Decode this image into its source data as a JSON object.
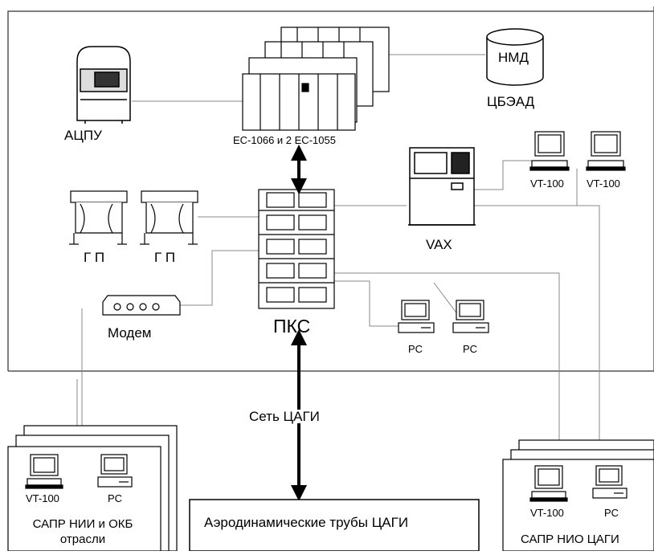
{
  "nodes": {
    "adpu": "АЦПУ",
    "mainframe": "ЕС-1066 и 2 ЕС-1055",
    "nmd": "НМД",
    "cbead": "ЦБЭАД",
    "vt1": "VT-100",
    "vt2": "VT-100",
    "vax": "VAX",
    "plotter1": "Г П",
    "plotter2": "Г П",
    "modem": "Модем",
    "pks": "ПКС",
    "pc1": "PC",
    "pc2": "PC",
    "network": "Сеть ЦАГИ",
    "left_vt": "VT-100",
    "left_pc": "PC",
    "left_group": "САПР НИИ и ОКБ отрасли",
    "tubes": "Аэродинамические трубы ЦАГИ",
    "right_vt": "VT-100",
    "right_pc": "PC",
    "right_group": "САПР НИО ЦАГИ"
  }
}
